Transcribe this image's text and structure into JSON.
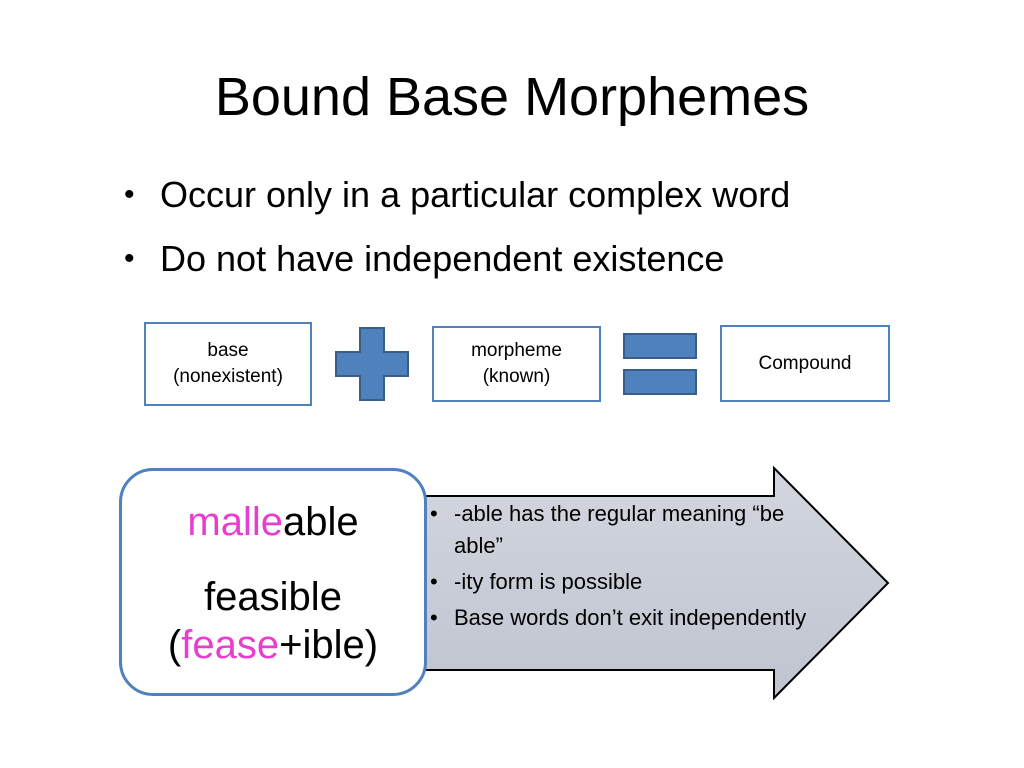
{
  "title": "Bound Base Morphemes",
  "bullets": [
    "Occur only in a particular complex word",
    "Do not have independent existence"
  ],
  "equation": {
    "box1": [
      "base",
      "(nonexistent)"
    ],
    "box2": [
      "morpheme",
      "(known)"
    ],
    "box3": "Compound"
  },
  "examples": {
    "word1_base": "malle",
    "word1_suffix": "able",
    "word2": "feasible",
    "word2_open": "(",
    "word2_base": "fease",
    "word2_rest": "+ible)"
  },
  "notes": [
    "-able has the regular meaning “be able”",
    "-ity form is possible",
    "Base words don’t exit independently"
  ],
  "colors": {
    "accent": "#4f81bd",
    "highlight": "#e83ecf",
    "arrow_fill": "#c8ccd6"
  }
}
